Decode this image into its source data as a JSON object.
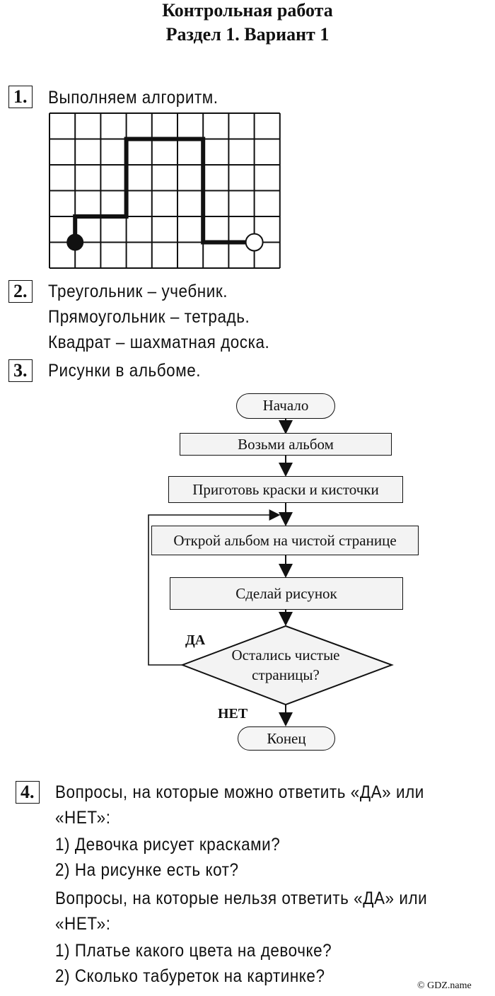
{
  "header": {
    "title": "Контрольная работа",
    "subtitle": "Раздел 1. Вариант 1"
  },
  "task1": {
    "number": "1.",
    "text": "Выполняем алгоритм.",
    "grid": {
      "columns": 9,
      "rows": 6
    },
    "path": {
      "start": {
        "col": 1,
        "row": 5,
        "marker": "filled-circle"
      },
      "points": [
        [
          1,
          5
        ],
        [
          1,
          4
        ],
        [
          3,
          4
        ],
        [
          3,
          1
        ],
        [
          6,
          1
        ],
        [
          6,
          5
        ],
        [
          8,
          5
        ]
      ],
      "end": {
        "col": 8,
        "row": 5,
        "marker": "open-circle"
      }
    }
  },
  "task2": {
    "number": "2.",
    "lines": [
      "Треугольник – учебник.",
      "Прямоугольник – тетрадь.",
      "Квадрат – шахматная доска."
    ]
  },
  "task3": {
    "number": "3.",
    "text": "Рисунки в альбоме.",
    "flowchart": {
      "start": "Начало",
      "steps": [
        "Возьми альбом",
        "Приготовь краски и кисточки",
        "Открой альбом на чистой странице",
        "Сделай рисунок"
      ],
      "decision": [
        "Остались чистые",
        "страницы?"
      ],
      "yes_label": "ДА",
      "no_label": "НЕТ",
      "end": "Конец"
    }
  },
  "task4": {
    "number": "4.",
    "yesno_intro": [
      "Вопросы, на которые можно ответить «ДА» или",
      "«НЕТ»:"
    ],
    "yesno_questions": [
      "1) Девочка рисует красками?",
      "2) На рисунке есть кот?"
    ],
    "open_intro": [
      "Вопросы, на которые нельзя ответить «ДА» или",
      "«НЕТ»:"
    ],
    "open_questions": [
      "1) Платье какого цвета на девочке?",
      "2) Сколько табуреток на картинке?"
    ]
  },
  "footer": {
    "credit": "© GDZ.name"
  }
}
